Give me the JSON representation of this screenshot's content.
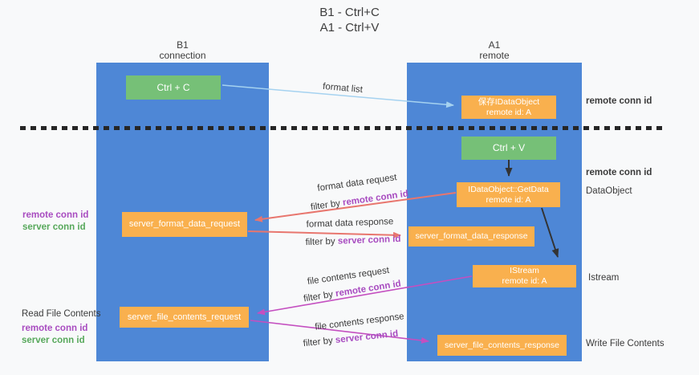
{
  "title": {
    "line1": "B1 - Ctrl+C",
    "line2": "A1 - Ctrl+V"
  },
  "actors": {
    "b1": {
      "name": "B1",
      "role": "connection"
    },
    "a1": {
      "name": "A1",
      "role": "remote"
    }
  },
  "boxes": {
    "ctrl_c": {
      "label": "Ctrl + C"
    },
    "save_idataobject": {
      "line1": "保存IDataObject",
      "line2": "remote id: A"
    },
    "ctrl_v": {
      "label": "Ctrl + V"
    },
    "getdata": {
      "line1": "IDataObject::GetData",
      "line2": "remote id: A"
    },
    "format_request": {
      "label": "server_format_data_request"
    },
    "format_response": {
      "label": "server_format_data_response"
    },
    "istream": {
      "line1": "IStream",
      "line2": "remote id: A"
    },
    "file_request": {
      "label": "server_file_contents_request"
    },
    "file_response": {
      "label": "server_file_contents_response"
    }
  },
  "arrows": {
    "format_list": {
      "label": "format list"
    },
    "format_data_request": {
      "label": "format data request",
      "filter_prefix": "filter by",
      "filter_key": "remote conn id"
    },
    "format_data_response": {
      "label": "format data response",
      "filter_prefix": "filter by",
      "filter_key": "server conn id"
    },
    "file_contents_request": {
      "label": "file contents request",
      "filter_prefix": "filter by",
      "filter_key": "remote conn id"
    },
    "file_contents_response": {
      "label": "file contents response",
      "filter_prefix": "filter by",
      "filter_key": "server conn id"
    }
  },
  "annotations": {
    "left_mid": {
      "remote": "remote conn id",
      "server": "server conn id"
    },
    "left_bottom": {
      "title": "Read File Contents",
      "remote": "remote conn id",
      "server": "server conn id"
    },
    "right_top_conn": "remote conn id",
    "right_mid_conn": "remote conn id",
    "right_dataobject": "DataObject",
    "right_istream": "Istream",
    "right_write": "Write File Contents"
  },
  "colors": {
    "lifeline_blue": "#4e87d6",
    "box_green": "#76c077",
    "box_orange": "#f9b04e",
    "arrow_blue": "#a5d2f0",
    "arrow_black": "#333333",
    "arrow_salmon": "#e8766e",
    "arrow_magenta": "#c44fc0",
    "label_purple": "#a84cc0",
    "label_green": "#57a85b",
    "background": "#f8f9fa"
  }
}
